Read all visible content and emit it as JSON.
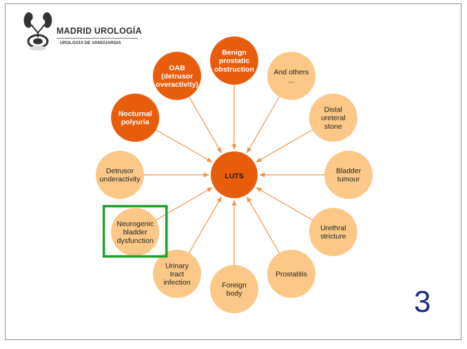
{
  "logo": {
    "title": "MADRID UROLOGÍA",
    "subtitle": "UROLOGÍA DE VANGUARDIA"
  },
  "slide_number": "3",
  "colors": {
    "center": "#e85d0c",
    "dark_node": "#e85d0c",
    "light_node": "#fbc887",
    "arrow": "#f0914a",
    "highlight": "#1e9e2b",
    "slide_number": "#1f2a87"
  },
  "center": {
    "label": [
      "LUTS"
    ]
  },
  "nodes": [
    {
      "id": "benign-prostatic-obstruction",
      "lines": [
        "Benign",
        "prostatic",
        "obstruction"
      ],
      "style": "dark"
    },
    {
      "id": "and-others",
      "lines": [
        "And others",
        "..."
      ],
      "style": "light"
    },
    {
      "id": "distal-ureteral-stone",
      "lines": [
        "Distal",
        "ureteral",
        "stone"
      ],
      "style": "light"
    },
    {
      "id": "bladder-tumour",
      "lines": [
        "Bladder",
        "tumour"
      ],
      "style": "light"
    },
    {
      "id": "urethral-stricture",
      "lines": [
        "Urethral",
        "stricture"
      ],
      "style": "light"
    },
    {
      "id": "prostatitis",
      "lines": [
        "Prostatitis"
      ],
      "style": "light"
    },
    {
      "id": "foreign-body",
      "lines": [
        "Foreign",
        "body"
      ],
      "style": "light"
    },
    {
      "id": "urinary-tract-infection",
      "lines": [
        "Urinary",
        "tract",
        "infection"
      ],
      "style": "light"
    },
    {
      "id": "neurogenic-bladder-dysfunction",
      "lines": [
        "Neurogenic",
        "bladder",
        "dysfunction"
      ],
      "style": "light",
      "highlighted": true
    },
    {
      "id": "detrusor-underactivity",
      "lines": [
        "Detrusor",
        "underactivity"
      ],
      "style": "light"
    },
    {
      "id": "nocturnal-polyuria",
      "lines": [
        "Nocturnal",
        "polyuria"
      ],
      "style": "dark"
    },
    {
      "id": "oab",
      "lines": [
        "OAB",
        "(detrusor",
        "overactivity)"
      ],
      "style": "dark"
    }
  ]
}
